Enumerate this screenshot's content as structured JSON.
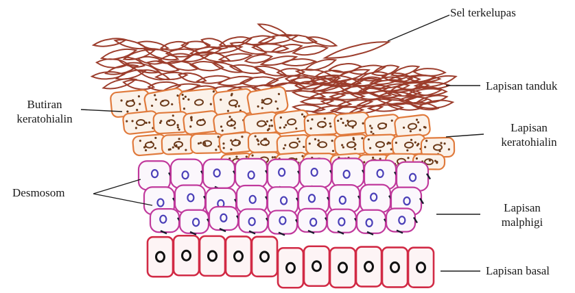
{
  "labels": {
    "sel_terkelupas": "Sel terkelupas",
    "lapisan_tanduk": "Lapisan tanduk",
    "lapisan_keratohialin_1": "Lapisan",
    "lapisan_keratohialin_2": "keratohialin",
    "lapisan_malphigi_1": "Lapisan",
    "lapisan_malphigi_2": "malphigi",
    "lapisan_basal": "Lapisan basal",
    "butiran_keratohialin_1": "Butiran",
    "butiran_keratohialin_2": "keratohialin",
    "desmosom": "Desmosom"
  },
  "colors": {
    "horny_cell": "#9c3d2c",
    "keratohyalin_cell": "#e07a3c",
    "granule": "#6b3a1a",
    "malpighi_cell": "#c0399c",
    "malpighi_nucleus": "#4a3fb8",
    "desmosome": "#1a1a2e",
    "basal_cell": "#d12a45",
    "basal_nucleus": "#111111",
    "leader_line": "#1a1a1a"
  }
}
